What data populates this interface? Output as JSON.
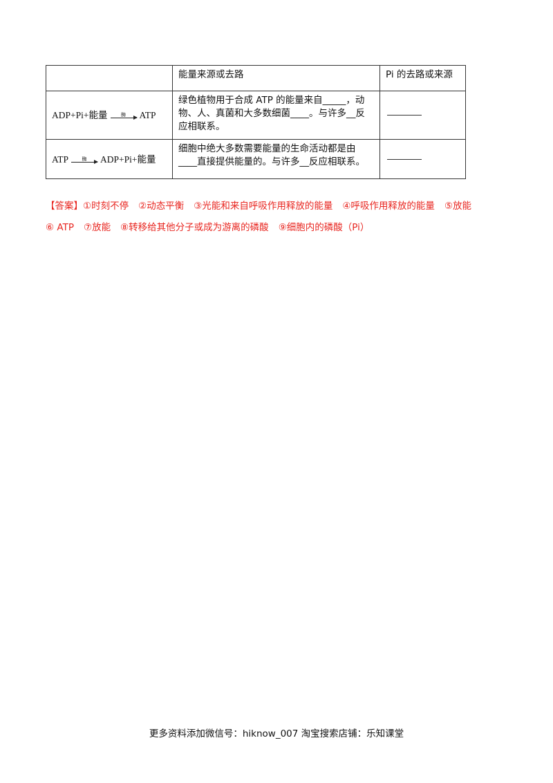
{
  "table": {
    "header": [
      "",
      "能量来源或去路",
      "Pi 的去路或来源"
    ],
    "row1": {
      "eq_left": "ADP+Pi+能量",
      "eq_arrow_label": "酶",
      "eq_right": "ATP",
      "text": "绿色植物用于合成 ATP 的能量来自_____，动物、人、真菌和大多数细菌____。与许多__反应相联系。",
      "blank": "______"
    },
    "row2": {
      "eq_left": "ATP",
      "eq_arrow_label": "酶",
      "eq_right": "ADP+Pi+能量",
      "text": "细胞中绝大多数需要能量的生命活动都是由____直接提供能量的。与许多__反应相联系。",
      "blank": "______"
    }
  },
  "answer": {
    "lead": "【答案】",
    "items": [
      "①时刻不停",
      "②动态平衡",
      "③光能和来自呼吸作用释放的能量",
      "④呼吸作用释放的能量",
      "⑤放能",
      "⑥ ATP",
      "⑦放能",
      "⑧转移给其他分子或成为游离的磷酸",
      "⑨细胞内的磷酸（Pi）"
    ]
  },
  "footer": "更多资料添加微信号：hiknow_007 淘宝搜索店铺：乐知课堂"
}
